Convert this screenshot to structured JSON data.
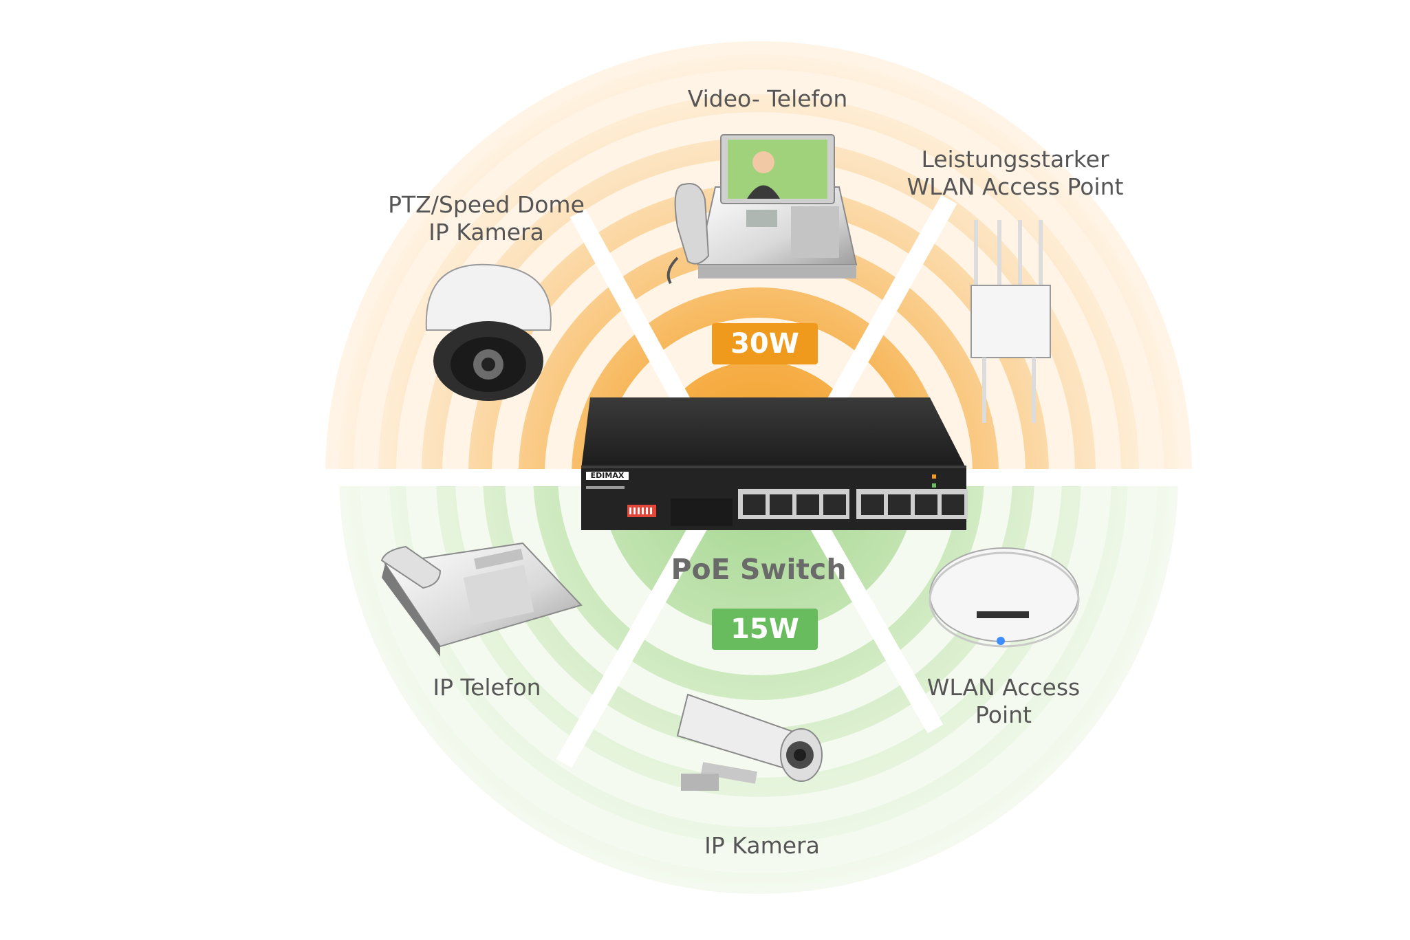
{
  "colors": {
    "orange": "#ef9a1c",
    "green": "#69bc5e",
    "label_gray": "#555555",
    "switch_body": "#262626",
    "brand_red": "#e2473a"
  },
  "center": {
    "title": "PoE Switch"
  },
  "badges": {
    "high": "30W",
    "low": "15W"
  },
  "switch": {
    "brand": "EDIMAX"
  },
  "devices": {
    "video_phone": {
      "lines": [
        "Video- Telefon"
      ],
      "icon": "video-phone-icon"
    },
    "ptz_camera": {
      "lines": [
        "PTZ/Speed Dome",
        "IP Kamera"
      ],
      "icon": "dome-camera-icon"
    },
    "wlan_ap_high": {
      "lines": [
        "Leistungsstarker",
        "WLAN Access Point"
      ],
      "icon": "outdoor-access-point-icon"
    },
    "ip_phone": {
      "lines": [
        "IP Telefon"
      ],
      "icon": "desk-phone-icon"
    },
    "wlan_ap": {
      "lines": [
        "WLAN Access",
        "Point"
      ],
      "icon": "ceiling-access-point-icon"
    },
    "ip_camera": {
      "lines": [
        "IP Kamera"
      ],
      "icon": "bullet-camera-icon"
    }
  }
}
